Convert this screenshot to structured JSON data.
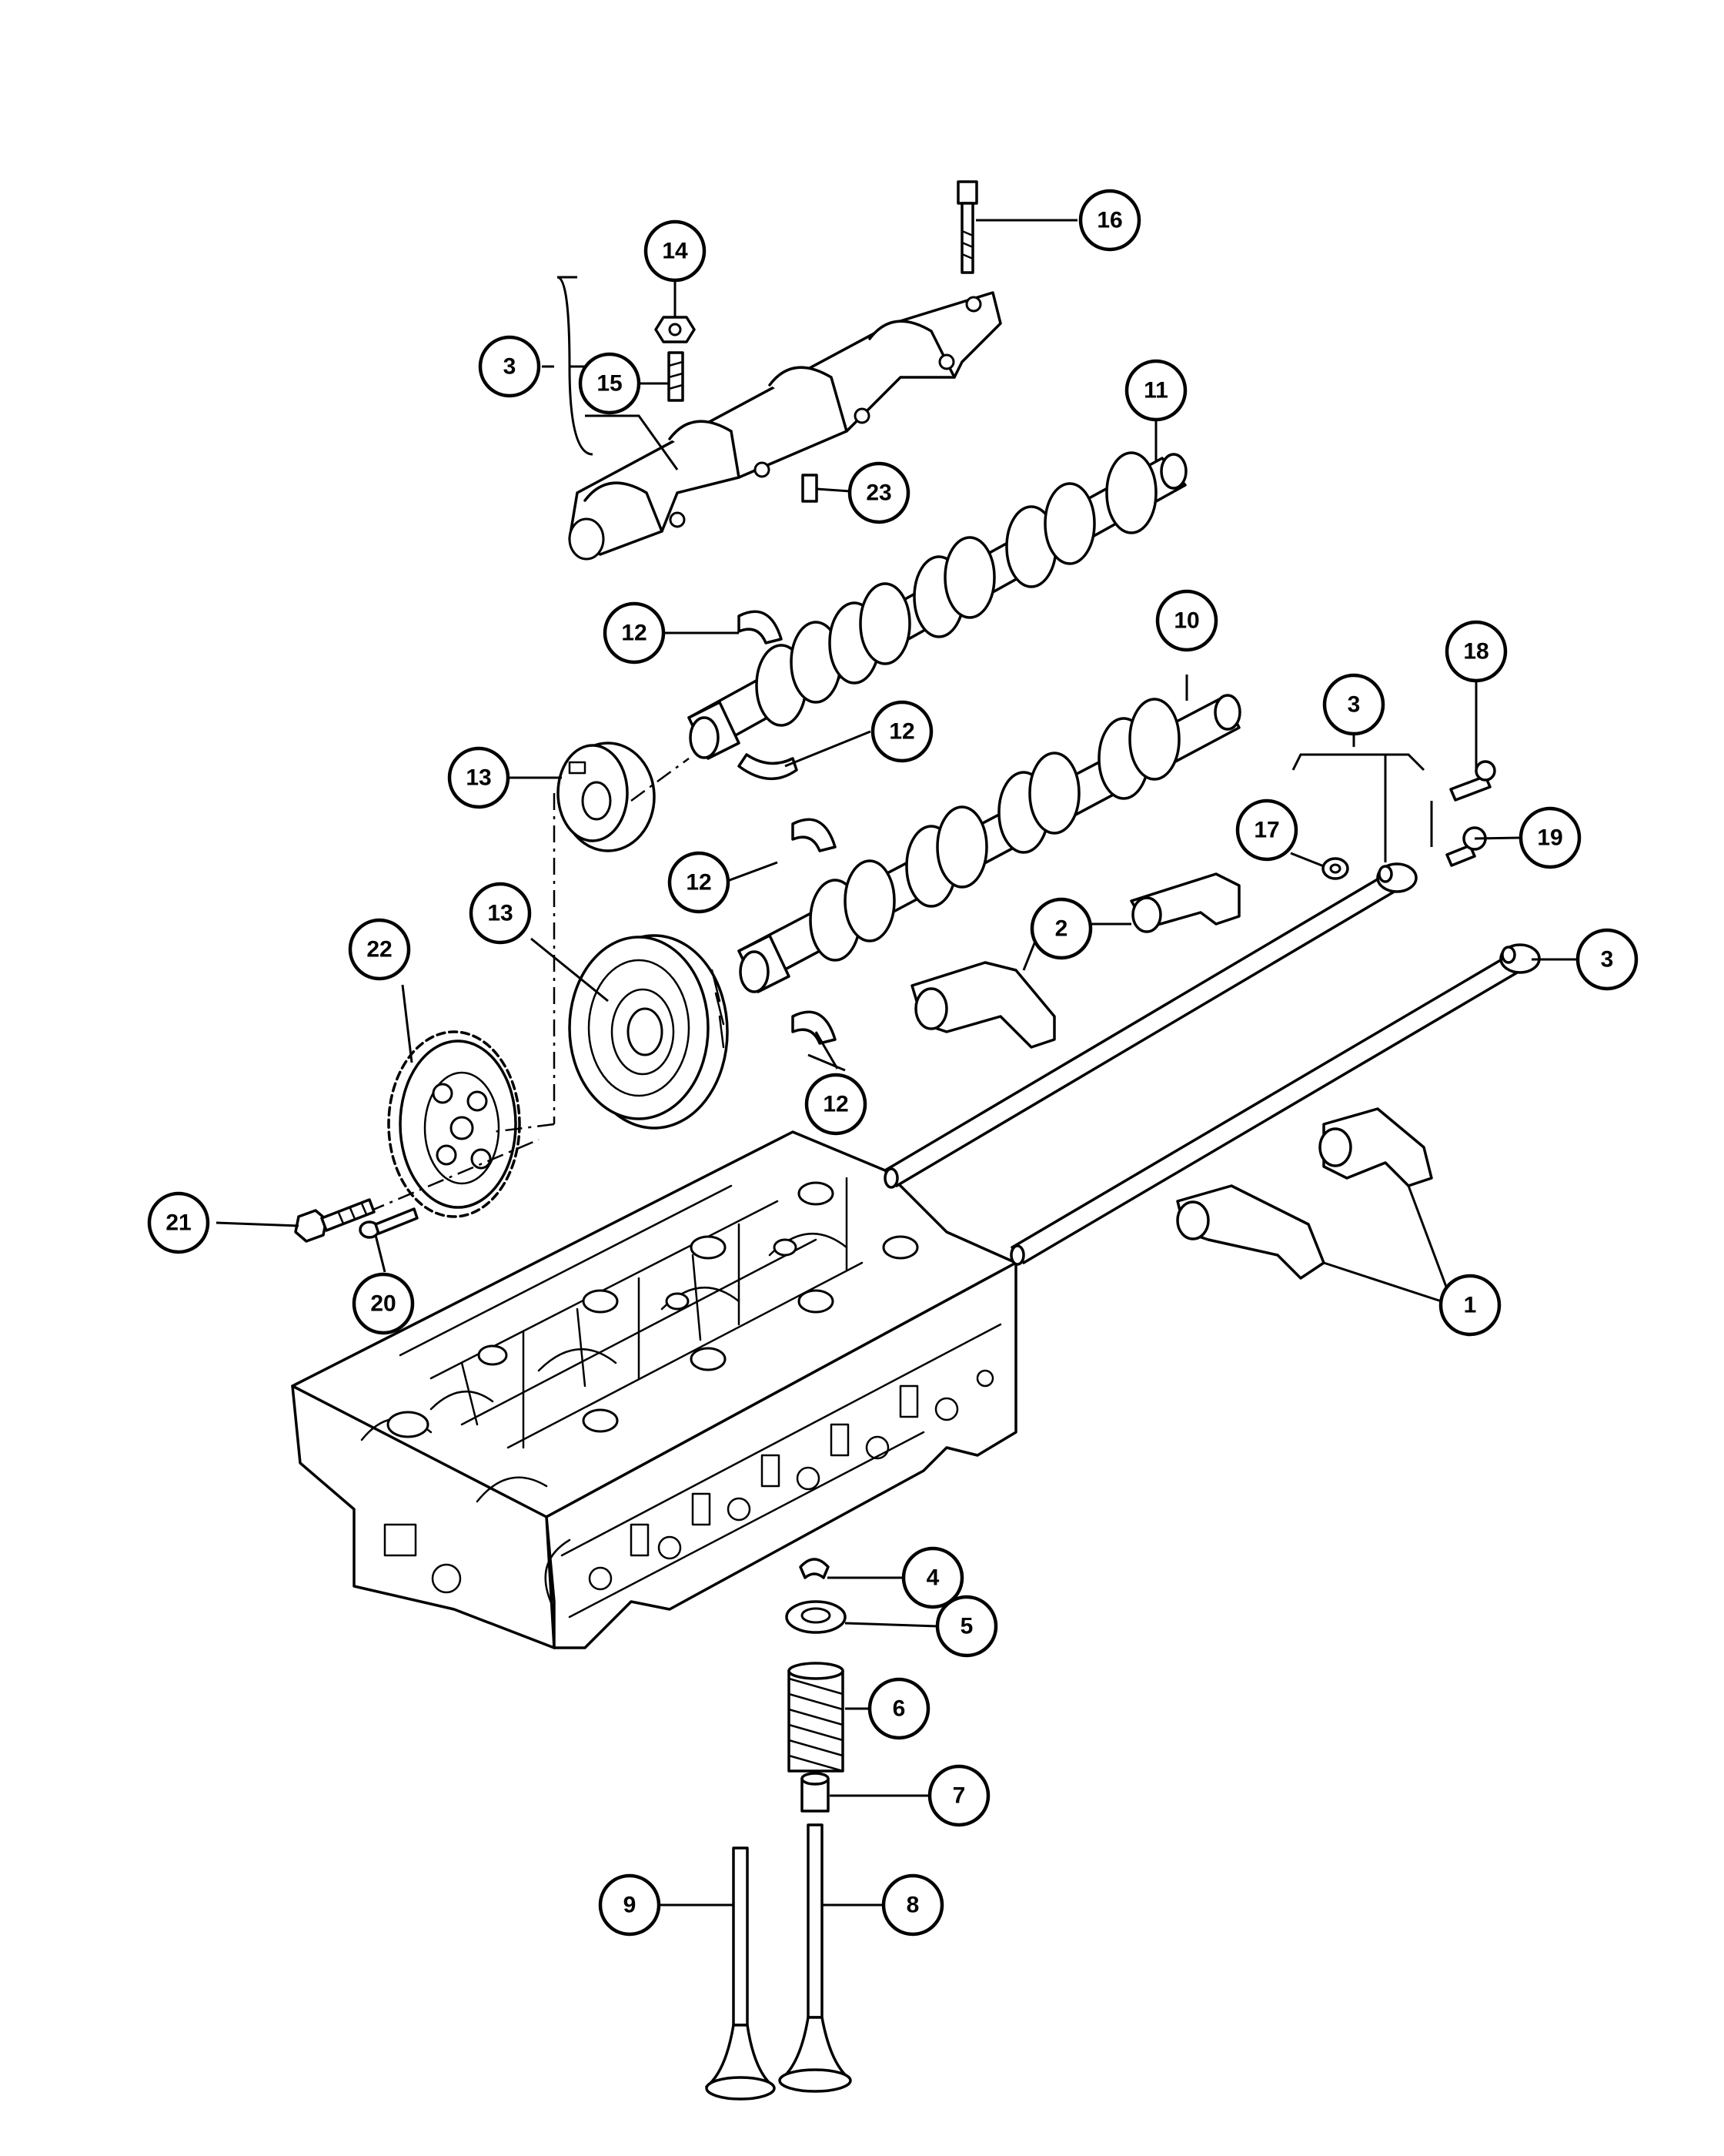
{
  "diagram": {
    "callouts": [
      {
        "id": "c16",
        "label": "16"
      },
      {
        "id": "c14",
        "label": "14"
      },
      {
        "id": "c3a",
        "label": "3"
      },
      {
        "id": "c15",
        "label": "15"
      },
      {
        "id": "c11",
        "label": "11"
      },
      {
        "id": "c23",
        "label": "23"
      },
      {
        "id": "c12a",
        "label": "12"
      },
      {
        "id": "c10",
        "label": "10"
      },
      {
        "id": "c18",
        "label": "18"
      },
      {
        "id": "c3b",
        "label": "3"
      },
      {
        "id": "c12b",
        "label": "12"
      },
      {
        "id": "c13a",
        "label": "13"
      },
      {
        "id": "c17",
        "label": "17"
      },
      {
        "id": "c19",
        "label": "19"
      },
      {
        "id": "c13b",
        "label": "13"
      },
      {
        "id": "c12c",
        "label": "12"
      },
      {
        "id": "c2",
        "label": "2"
      },
      {
        "id": "c22",
        "label": "22"
      },
      {
        "id": "c3c",
        "label": "3"
      },
      {
        "id": "c12d",
        "label": "12"
      },
      {
        "id": "c21",
        "label": "21"
      },
      {
        "id": "c1",
        "label": "1"
      },
      {
        "id": "c20",
        "label": "20"
      },
      {
        "id": "c4",
        "label": "4"
      },
      {
        "id": "c5",
        "label": "5"
      },
      {
        "id": "c6",
        "label": "6"
      },
      {
        "id": "c7",
        "label": "7"
      },
      {
        "id": "c9",
        "label": "9"
      },
      {
        "id": "c8",
        "label": "8"
      }
    ]
  }
}
